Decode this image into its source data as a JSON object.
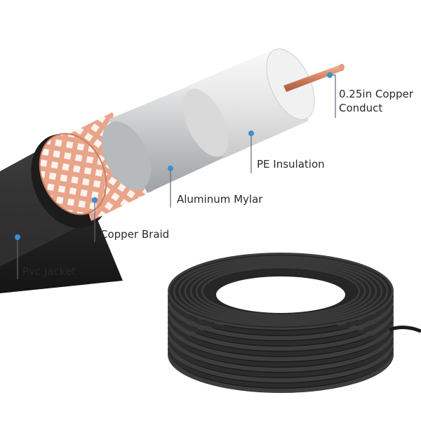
{
  "labels": {
    "conductor": {
      "line1": "0.25in Copper",
      "line2": "Conduct"
    },
    "pe_insulation": "PE Insulation",
    "aluminum_mylar": "Aluminum Mylar",
    "copper_braid": "Copper Braid",
    "pvc_jacket": "Pvc Jacket"
  },
  "colors": {
    "marker_dot": "#3a8fd0",
    "leader_line": "#5a6b7a",
    "jacket": "#2b2b2b",
    "braid": "#e6a68a",
    "mylar": "#c9cbcd",
    "insulation": "#e8e8e8",
    "conductor": "#d98a6a"
  }
}
